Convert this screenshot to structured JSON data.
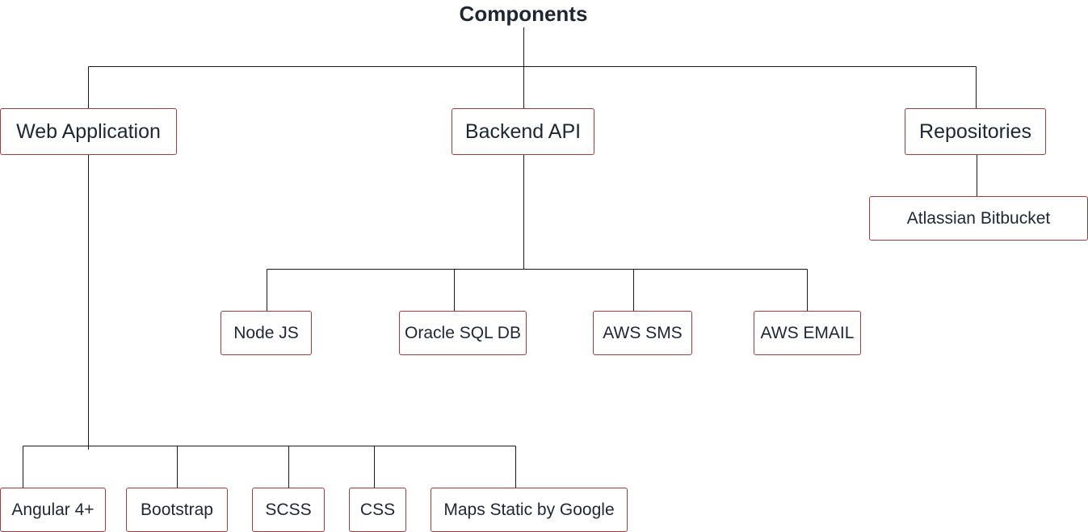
{
  "diagram": {
    "root": "Components",
    "level1": [
      {
        "id": "web",
        "label": "Web Application"
      },
      {
        "id": "api",
        "label": "Backend API"
      },
      {
        "id": "repo",
        "label": "Repositories"
      }
    ],
    "web_children": [
      "Angular 4+",
      "Bootstrap",
      "SCSS",
      "CSS",
      "Maps Static by Google"
    ],
    "api_children": [
      "Node JS",
      "Oracle SQL DB",
      "AWS SMS",
      "AWS EMAIL"
    ],
    "repo_children": [
      "Atlassian Bitbucket"
    ]
  },
  "colors": {
    "node_border": "#a8383a",
    "connector": "#1a1a1a",
    "text": "#1f2633"
  }
}
